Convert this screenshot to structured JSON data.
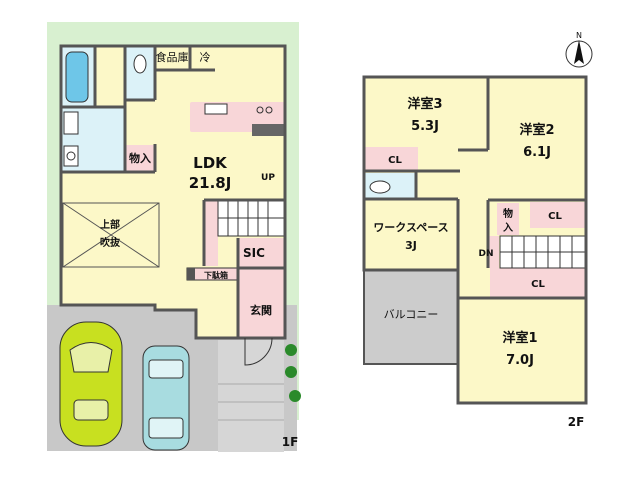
{
  "floor1": {
    "label": "1F",
    "rooms": {
      "ldk_name": "LDK",
      "ldk_size": "21.8J",
      "pantry": "食品庫",
      "fridge": "冷",
      "storage": "物入",
      "stair_up": "UP",
      "void_line1": "上部",
      "void_line2": "吹抜",
      "sic": "SIC",
      "shoe_box": "下駄箱",
      "entrance": "玄関"
    }
  },
  "floor2": {
    "label": "2F",
    "rooms": {
      "bed3_name": "洋室3",
      "bed3_size": "5.3J",
      "bed2_name": "洋室2",
      "bed2_size": "6.1J",
      "closet": "CL",
      "storage_line1": "物",
      "storage_line2": "入",
      "workspace_name": "ワークスペース",
      "workspace_size": "3J",
      "stair_dn": "DN",
      "balcony": "バルコニー",
      "bed1_name": "洋室1",
      "bed1_size": "7.0J"
    }
  },
  "compass": {
    "north": "N"
  },
  "colors": {
    "floor": "#fcf8c8",
    "wet_area": "#dcf2f8",
    "closet": "#f8d6d8",
    "garden": "#d8f0d0",
    "paving": "#c8c8c8",
    "car_yellow": "#c8e020",
    "car_teal": "#a8dce0",
    "balcony": "#cccccc"
  }
}
